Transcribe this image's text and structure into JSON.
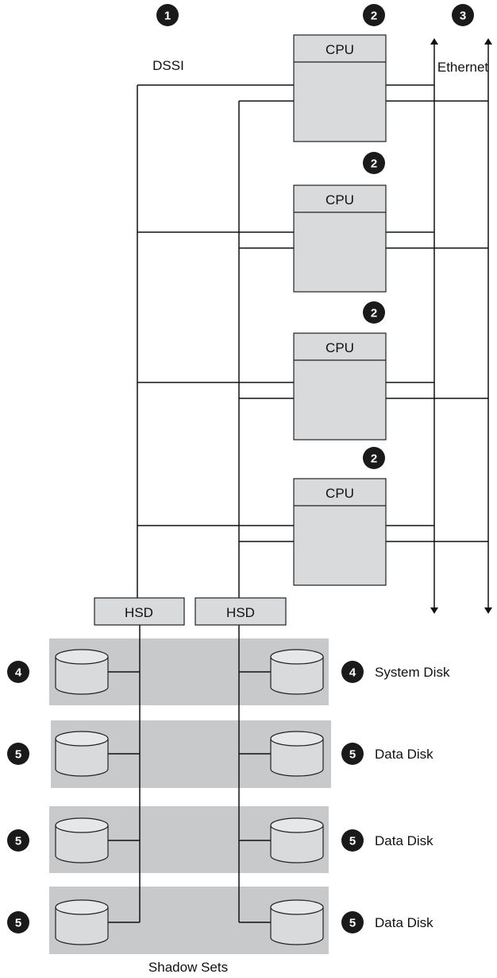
{
  "diagram": {
    "labels": {
      "dssi": "DSSI",
      "ethernet": "Ethernet",
      "shadow_sets": "Shadow Sets"
    },
    "callouts": {
      "dssi": "1",
      "cpu": "2",
      "ethernet": "3",
      "system_disk": "4",
      "data_disk": "5"
    },
    "cpus": [
      {
        "label": "CPU"
      },
      {
        "label": "CPU"
      },
      {
        "label": "CPU"
      },
      {
        "label": "CPU"
      }
    ],
    "hsds": [
      {
        "label": "HSD"
      },
      {
        "label": "HSD"
      }
    ],
    "shadow_sets": [
      {
        "label": "System Disk",
        "callout": "4"
      },
      {
        "label": "Data Disk",
        "callout": "5"
      },
      {
        "label": "Data Disk",
        "callout": "5"
      },
      {
        "label": "Data Disk",
        "callout": "5"
      }
    ]
  }
}
